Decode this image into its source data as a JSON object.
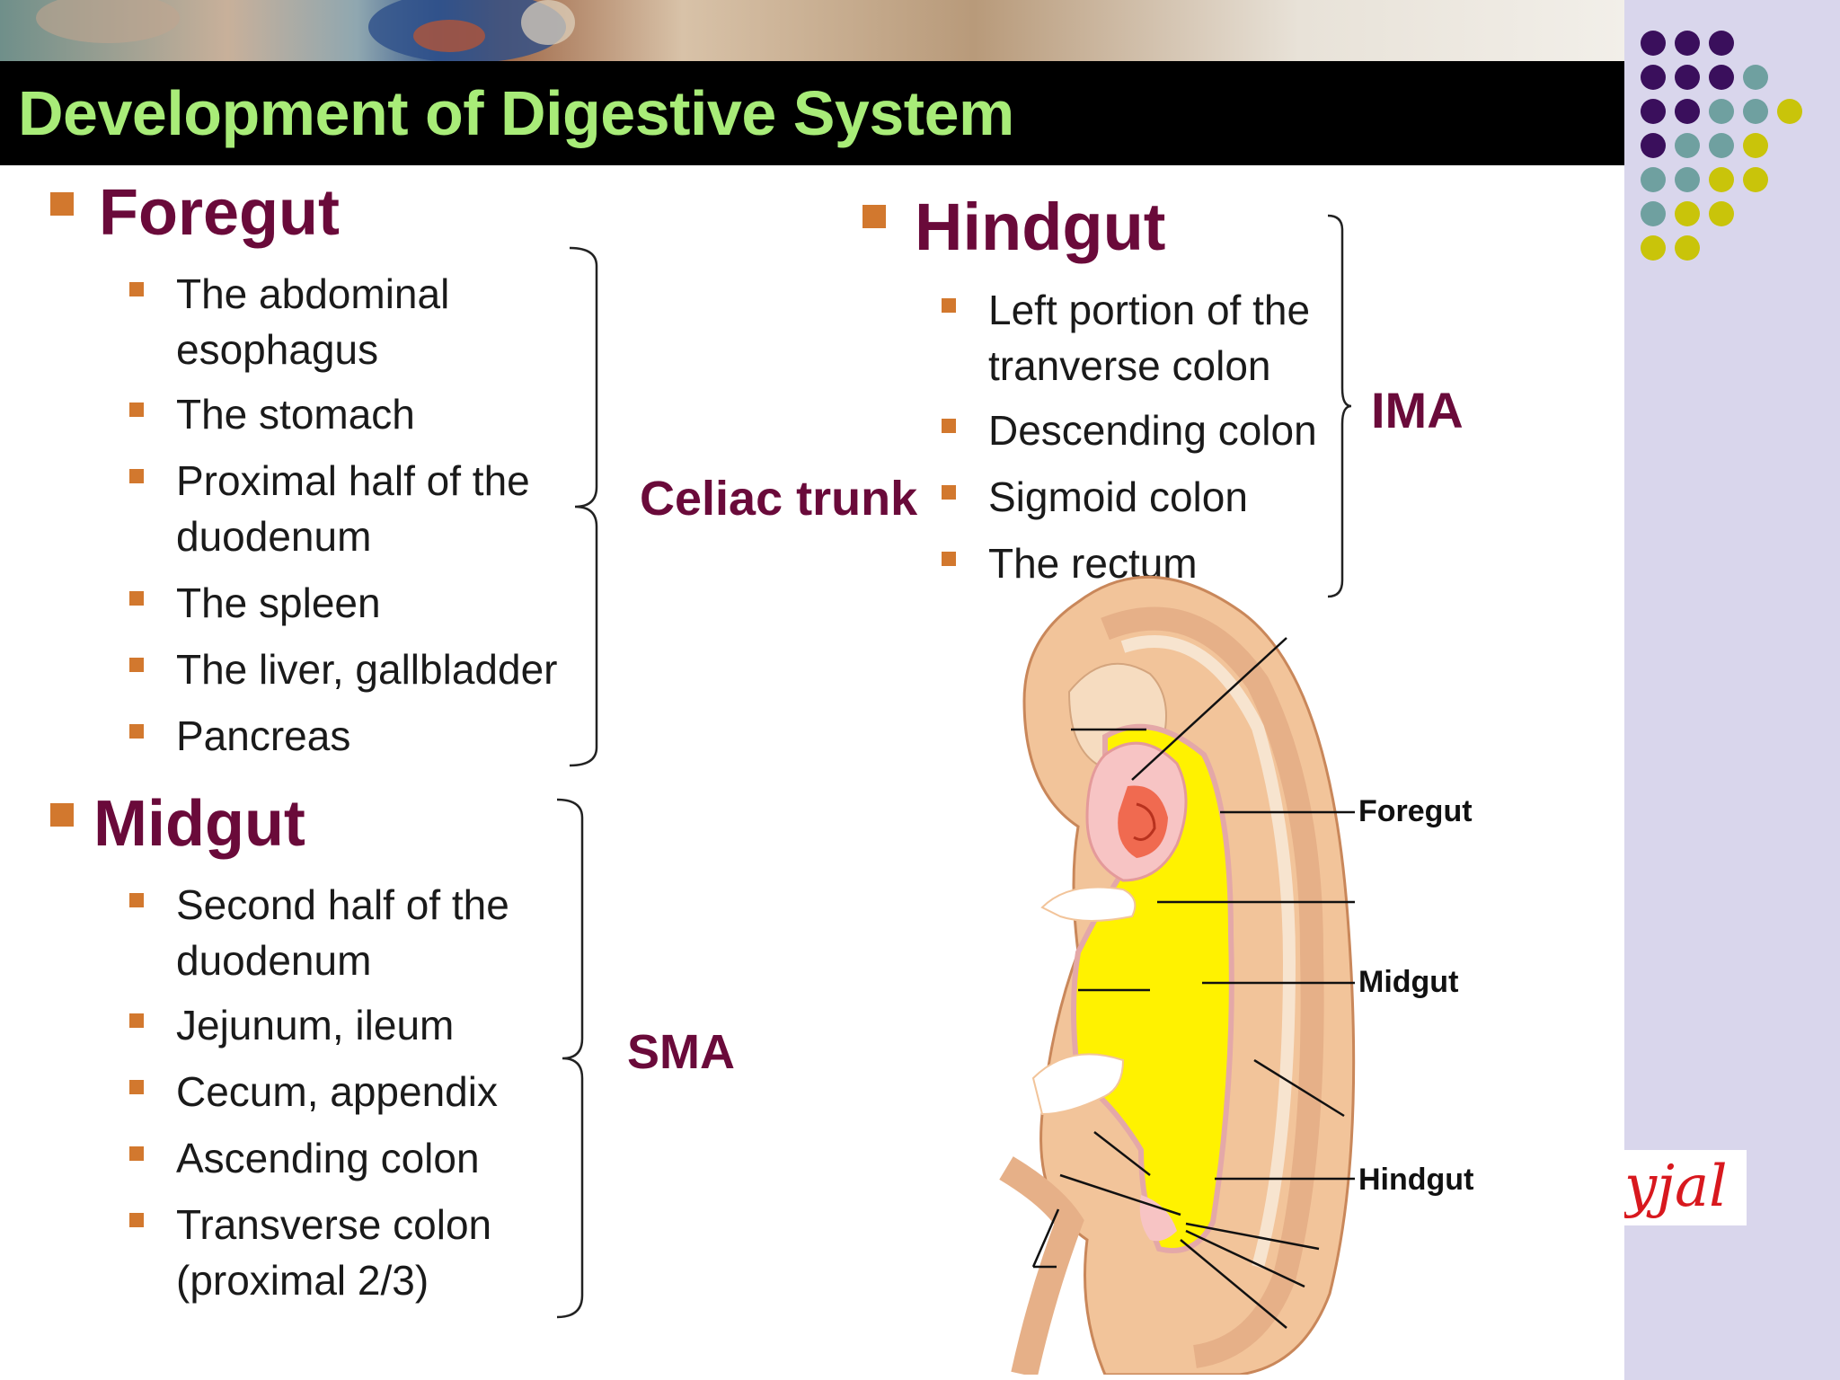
{
  "title": "Development of Digestive System",
  "colors": {
    "title_text": "#a8ec78",
    "heading": "#6a0a3a",
    "bullet": "#d2782e",
    "panel": "#d9d6ec",
    "dot_purple": "#3a0f5c",
    "dot_teal": "#6fa0a0",
    "dot_yellow": "#c9c40a"
  },
  "foregut": {
    "heading": "Foregut",
    "items": [
      "The abdominal",
      "esophagus",
      "The stomach",
      "Proximal half of the",
      "duodenum",
      "The spleen",
      "The liver, gallbladder",
      "Pancreas"
    ],
    "artery": "Celiac trunk"
  },
  "midgut": {
    "heading": "Midgut",
    "items": [
      "Second half of the",
      "duodenum",
      "Jejunum, ileum",
      "Cecum, appendix",
      "Ascending colon",
      "Transverse colon",
      "(proximal 2/3)"
    ],
    "artery": "SMA"
  },
  "hindgut": {
    "heading": "Hindgut",
    "items": [
      "Left portion of the",
      "tranverse colon",
      "Descending colon",
      "Sigmoid colon",
      "The rectum"
    ],
    "artery": "IMA"
  },
  "diagram": {
    "labels": [
      "Foregut",
      "Midgut",
      "Hindgut"
    ]
  },
  "signature": "yjal"
}
